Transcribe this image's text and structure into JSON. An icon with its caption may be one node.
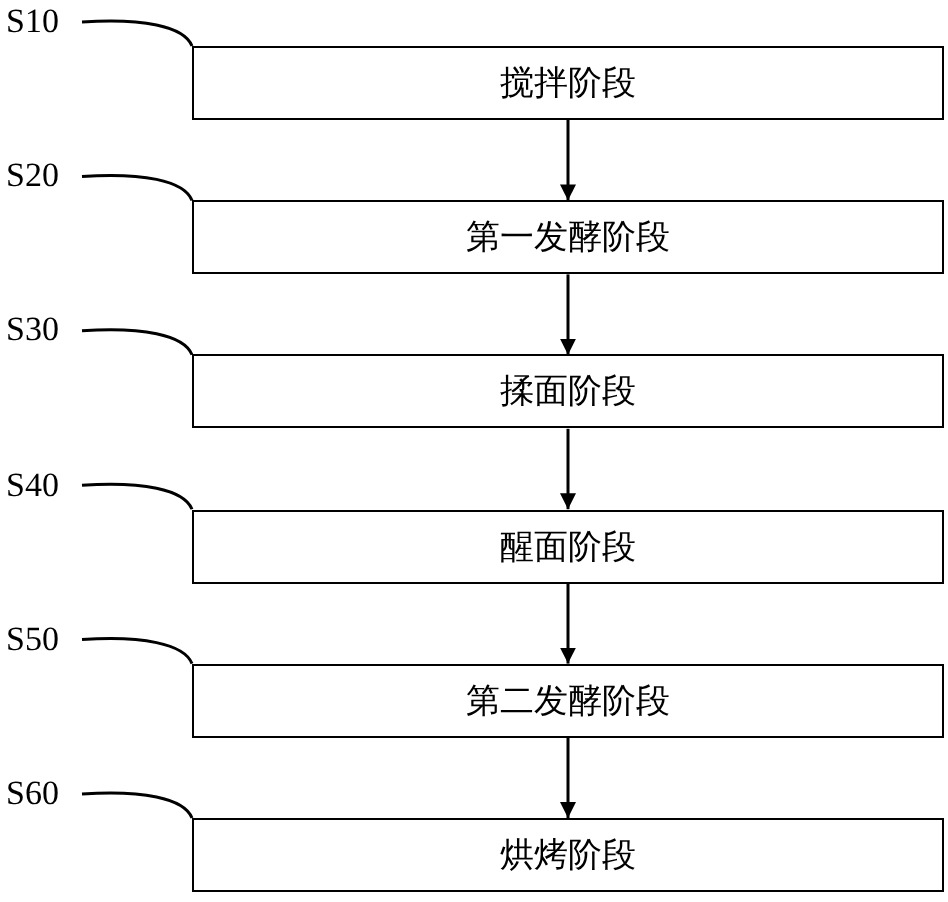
{
  "diagram": {
    "nodes": [
      {
        "text": [
          "S10"
        ]
      },
      {
        "text": [
          "搅拌阶段"
        ]
      },
      {
        "text": [
          "S20"
        ]
      },
      {
        "text": [
          "第一发酵阶段"
        ]
      },
      {
        "text": [
          "S30"
        ]
      },
      {
        "text": [
          "揉面阶段"
        ]
      },
      {
        "text": [
          "S40"
        ]
      },
      {
        "text": [
          "醒面阶段"
        ]
      },
      {
        "text": [
          "S50"
        ]
      },
      {
        "text": [
          "第二发酵阶段"
        ]
      },
      {
        "text": [
          "S60"
        ]
      },
      {
        "text": [
          "烘烤阶段"
        ]
      }
    ],
    "edges": [
      {
        "from": 0,
        "to": 1,
        "arrow": "none"
      },
      {
        "from": 1,
        "to": 3,
        "arrow": "to"
      },
      {
        "from": 2,
        "to": 3,
        "arrow": "none"
      },
      {
        "from": 3,
        "to": 5,
        "arrow": "to"
      },
      {
        "from": 4,
        "to": 5,
        "arrow": "none"
      },
      {
        "from": 5,
        "to": 7,
        "arrow": "to"
      },
      {
        "from": 6,
        "to": 7,
        "arrow": "none"
      },
      {
        "from": 7,
        "to": 9,
        "arrow": "to"
      },
      {
        "from": 8,
        "to": 9,
        "arrow": "none"
      },
      {
        "from": 9,
        "to": 11,
        "arrow": "to"
      },
      {
        "from": 10,
        "to": 11,
        "arrow": "none"
      }
    ]
  }
}
